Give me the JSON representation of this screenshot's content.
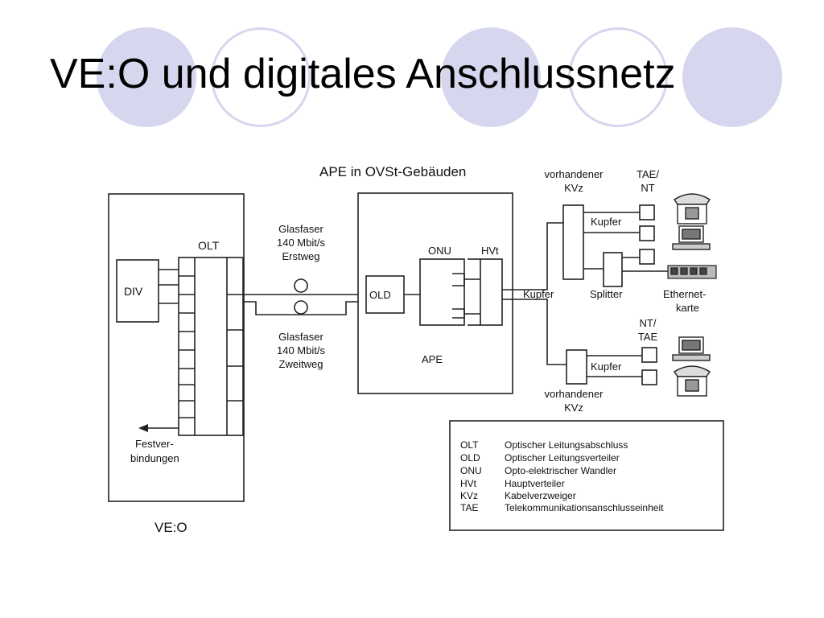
{
  "slide": {
    "title": "VE:O und digitales Anschlussnetz"
  },
  "diagram": {
    "ape_caption": "APE in OVSt-Gebäuden",
    "veo_caption": "VE:O",
    "div_label": "DIV",
    "olt_label": "OLT",
    "old_label": "OLD",
    "onu_label": "ONU",
    "hvt_label": "HVt",
    "ape_label": "APE",
    "fiber_top": [
      "Glasfaser",
      "140 Mbit/s",
      "Erstweg"
    ],
    "fiber_bottom": [
      "Glasfaser",
      "140 Mbit/s",
      "Zweitweg"
    ],
    "festverbindungen": [
      "Festver-",
      "bindungen"
    ],
    "kupfer_main": "Kupfer",
    "kupfer_top": "Kupfer",
    "kupfer_bottom": "Kupfer",
    "splitter": "Splitter",
    "kvz_top": [
      "vorhandener",
      "KVz"
    ],
    "kvz_bottom": [
      "vorhandener",
      "KVz"
    ],
    "tae_nt": [
      "TAE/",
      "NT"
    ],
    "nt_tae": [
      "NT/",
      "TAE"
    ],
    "ethernet": [
      "Ethernet-",
      "karte"
    ]
  },
  "legend": {
    "items": [
      {
        "abbr": "OLT",
        "text": "Optischer Leitungsabschluss"
      },
      {
        "abbr": "OLD",
        "text": "Optischer Leitungsverteiler"
      },
      {
        "abbr": "ONU",
        "text": "Opto-elektrischer Wandler"
      },
      {
        "abbr": "HVt",
        "text": "Hauptverteiler"
      },
      {
        "abbr": "KVz",
        "text": "Kabelverzweiger"
      },
      {
        "abbr": "TAE",
        "text": "Telekommunikationsanschlusseinheit"
      }
    ]
  }
}
